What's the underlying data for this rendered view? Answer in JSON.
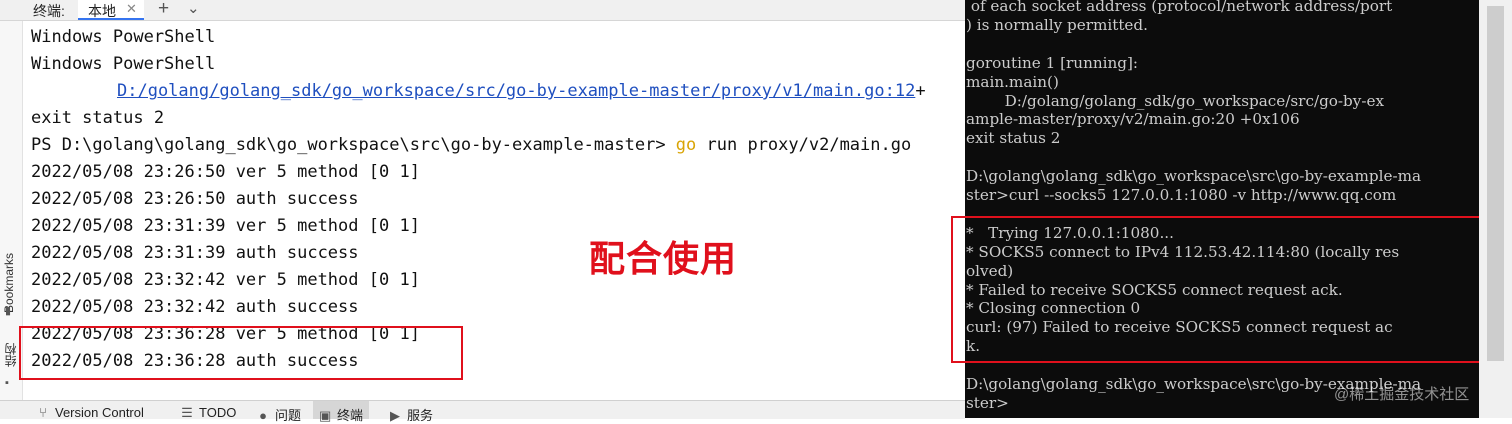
{
  "tabbar": {
    "label": "终端:",
    "tab_name": "本地",
    "close_glyph": "✕",
    "add_glyph": "+",
    "dropdown_glyph": "⌄"
  },
  "left_strip": {
    "bookmarks": "Bookmarks",
    "structure": "结构"
  },
  "terminal": {
    "lines": [
      "Windows PowerShell",
      "Windows PowerShell",
      "exit status 2",
      "2022/05/08 23:26:50 ver 5 method [0 1]",
      "2022/05/08 23:26:50 auth success",
      "2022/05/08 23:31:39 ver 5 method [0 1]",
      "2022/05/08 23:31:39 auth success",
      "2022/05/08 23:32:42 ver 5 method [0 1]",
      "2022/05/08 23:32:42 auth success",
      "2022/05/08 23:36:28 ver 5 method [0 1]",
      "2022/05/08 23:36:28 auth success"
    ],
    "link_text": "D:/golang/golang_sdk/go_workspace/src/go-by-example-master/proxy/v1/main.go:12",
    "link_suffix": "+",
    "prompt_text": "PS D:\\golang\\golang_sdk\\go_workspace\\src\\go-by-example-master> ",
    "prompt_cmd": "go",
    "prompt_args": " run proxy/v2/main.go"
  },
  "annotation": {
    "text": "配合使用",
    "color": "#e0101c"
  },
  "bottom_bar": {
    "version_control": "Version Control",
    "todo": "TODO",
    "problems": "问题",
    "terminal": "终端",
    "services": "服务"
  },
  "cmd": {
    "lines": [
      " of each socket address (protocol/network address/port",
      ") is normally permitted.",
      "",
      "goroutine 1 [running]:",
      "main.main()",
      "        D:/golang/golang_sdk/go_workspace/src/go-by-ex",
      "ample-master/proxy/v2/main.go:20 +0x106",
      "exit status 2",
      "",
      "D:\\golang\\golang_sdk\\go_workspace\\src\\go-by-example-ma",
      "ster>curl --socks5 127.0.0.1:1080 -v http://www.qq.com",
      "",
      "*   Trying 127.0.0.1:1080...",
      "* SOCKS5 connect to IPv4 112.53.42.114:80 (locally res",
      "olved)",
      "* Failed to receive SOCKS5 connect request ack.",
      "* Closing connection 0",
      "curl: (97) Failed to receive SOCKS5 connect request ac",
      "k.",
      "",
      "D:\\golang\\golang_sdk\\go_workspace\\src\\go-by-example-ma",
      "ster>"
    ]
  },
  "watermark": "@稀土掘金技术社区",
  "colors": {
    "terminal_bg": "#ffffff",
    "cmd_bg": "#0c0c0c",
    "cmd_fg": "#cccccc",
    "link": "#1f4fbf",
    "accent_box": "#e0101c"
  }
}
